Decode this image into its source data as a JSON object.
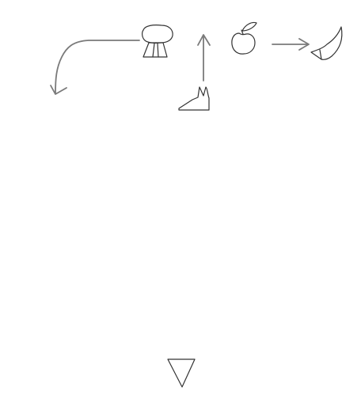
{
  "canvas": {
    "background": "#ffffff"
  },
  "colors": {
    "drawing_stroke": "#333333",
    "arrow_stroke": "#7a7a7a"
  },
  "icons": [
    "mushroom-icon",
    "crown-icon",
    "apple-icon",
    "horn-icon",
    "triangle-icon"
  ],
  "arrows": [
    "curved-left-down-arrow",
    "up-arrow",
    "right-arrow"
  ]
}
